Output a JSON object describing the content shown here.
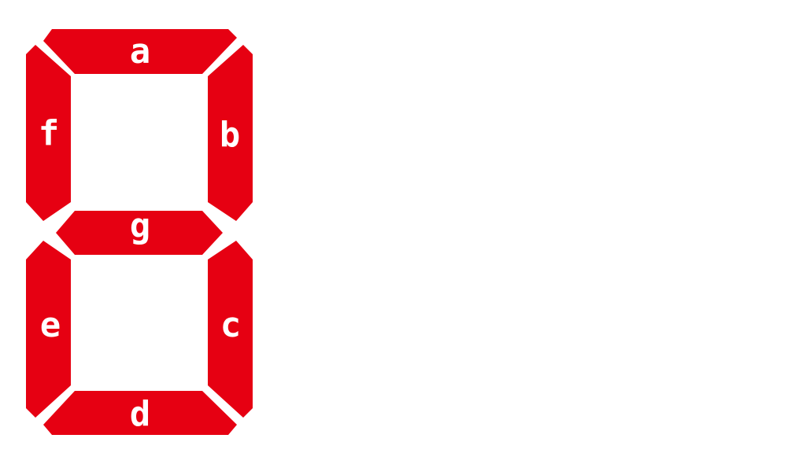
{
  "display": {
    "segment_color": "#e60012",
    "label_color": "#ffffff",
    "background": "#ffffff"
  },
  "segments": [
    {
      "id": "a",
      "label": "a"
    },
    {
      "id": "b",
      "label": "b"
    },
    {
      "id": "c",
      "label": "c"
    },
    {
      "id": "d",
      "label": "d"
    },
    {
      "id": "e",
      "label": "e"
    },
    {
      "id": "f",
      "label": "f"
    },
    {
      "id": "g",
      "label": "g"
    }
  ]
}
